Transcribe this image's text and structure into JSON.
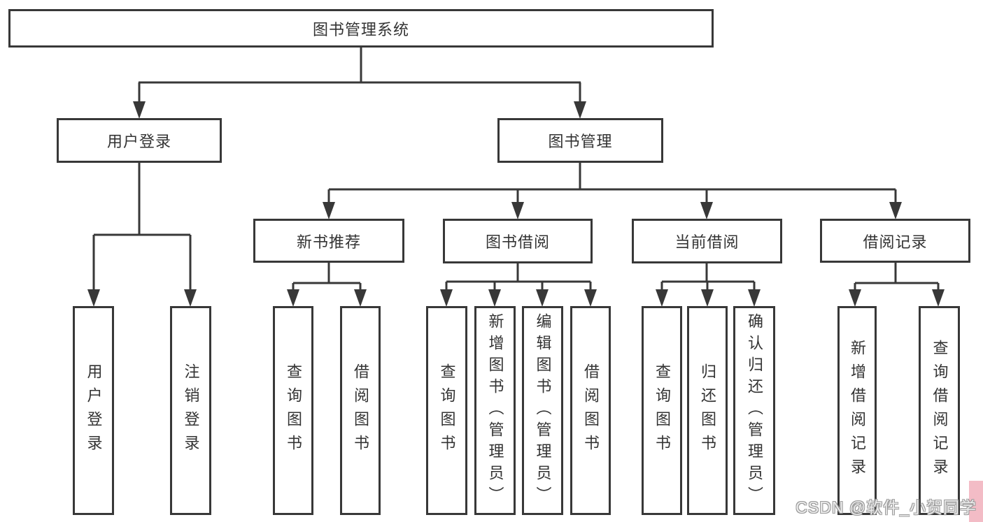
{
  "tree": {
    "root": {
      "label": "图书管理系统"
    },
    "groups": [
      {
        "label": "用户登录",
        "children": [
          "用户登录",
          "注销登录"
        ]
      },
      {
        "label": "图书管理"
      }
    ],
    "subgroups": [
      {
        "label": "新书推荐",
        "children": [
          "查询图书",
          "借阅图书"
        ]
      },
      {
        "label": "图书借阅",
        "children": [
          "查询图书",
          "新增图书（管理员）",
          "编辑图书（管理员）",
          "借阅图书"
        ]
      },
      {
        "label": "当前借阅",
        "children": [
          "查询图书",
          "归还图书",
          "确认归还（管理员）"
        ]
      },
      {
        "label": "借阅记录",
        "children": [
          "新增借阅记录",
          "查询借阅记录"
        ]
      }
    ]
  },
  "watermark": {
    "text": "CSDN @软件_小贺同学"
  },
  "colors": {
    "line": "#383838",
    "text": "#333333",
    "background": "#ffffff",
    "watermark_accent": "#f3bcc6"
  }
}
